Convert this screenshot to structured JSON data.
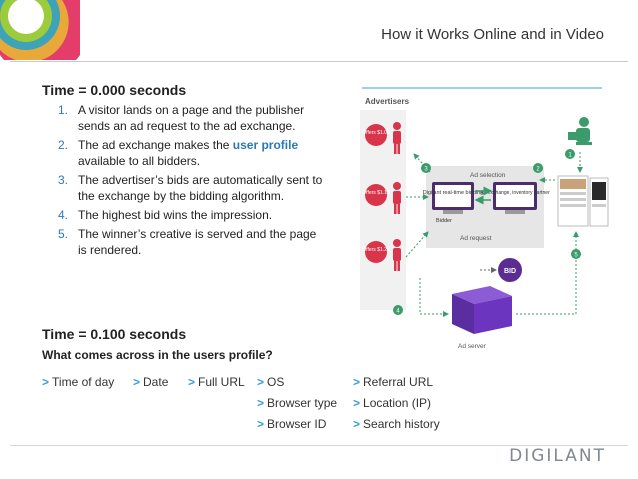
{
  "header": {
    "title": "How it Works Online and in Video"
  },
  "section1": {
    "heading": "Time = 0.000 seconds",
    "steps": [
      {
        "num": "1.",
        "text": "A visitor lands on a page and the publisher sends an ad request to the ad exchange."
      },
      {
        "num": "2.",
        "pre": "The ad exchange makes the ",
        "highlight": "user profile",
        "post": " available to all bidders."
      },
      {
        "num": "3.",
        "text": "The advertiser’s bids are automatically sent to the exchange by the bidding algorithm."
      },
      {
        "num": "4.",
        "text": "The highest bid wins the impression."
      },
      {
        "num": "5.",
        "text": "The winner’s creative is served and the page is rendered."
      }
    ]
  },
  "section2": {
    "heading": "Time = 0.100 seconds",
    "question": "What comes across in the users profile?",
    "tags": {
      "time_of_day": "Time of day",
      "date": "Date",
      "full_url": "Full URL",
      "os": "OS",
      "browser_type": "Browser type",
      "browser_id": "Browser ID",
      "referral_url": "Referral URL",
      "location": "Location (IP)",
      "search_history": "Search history"
    },
    "tag_marker": ">"
  },
  "diagram": {
    "advertisers_label": "Advertisers",
    "offers": [
      "Offers $1.00",
      "Offers $1.10",
      "Offers $1.25"
    ],
    "ad_selection_label": "Ad selection",
    "digilant_box": "Digilant real-time bidding",
    "exchange_box": "Ad exchange, inventory partner",
    "bidder_label": "Bidder",
    "ad_request_label": "Ad request",
    "bid_label": "BID",
    "ad_server_label": "Ad server",
    "step_numbers": [
      "1",
      "2",
      "3",
      "4",
      "5"
    ]
  },
  "footer": {
    "brand": "DIGILANT"
  },
  "colors": {
    "accent_blue": "#2a7ab8",
    "marker_blue": "#3d9bd4",
    "offer_red": "#d8344a",
    "step_green": "#3b9b6b",
    "bid_purple": "#5c2d91"
  }
}
